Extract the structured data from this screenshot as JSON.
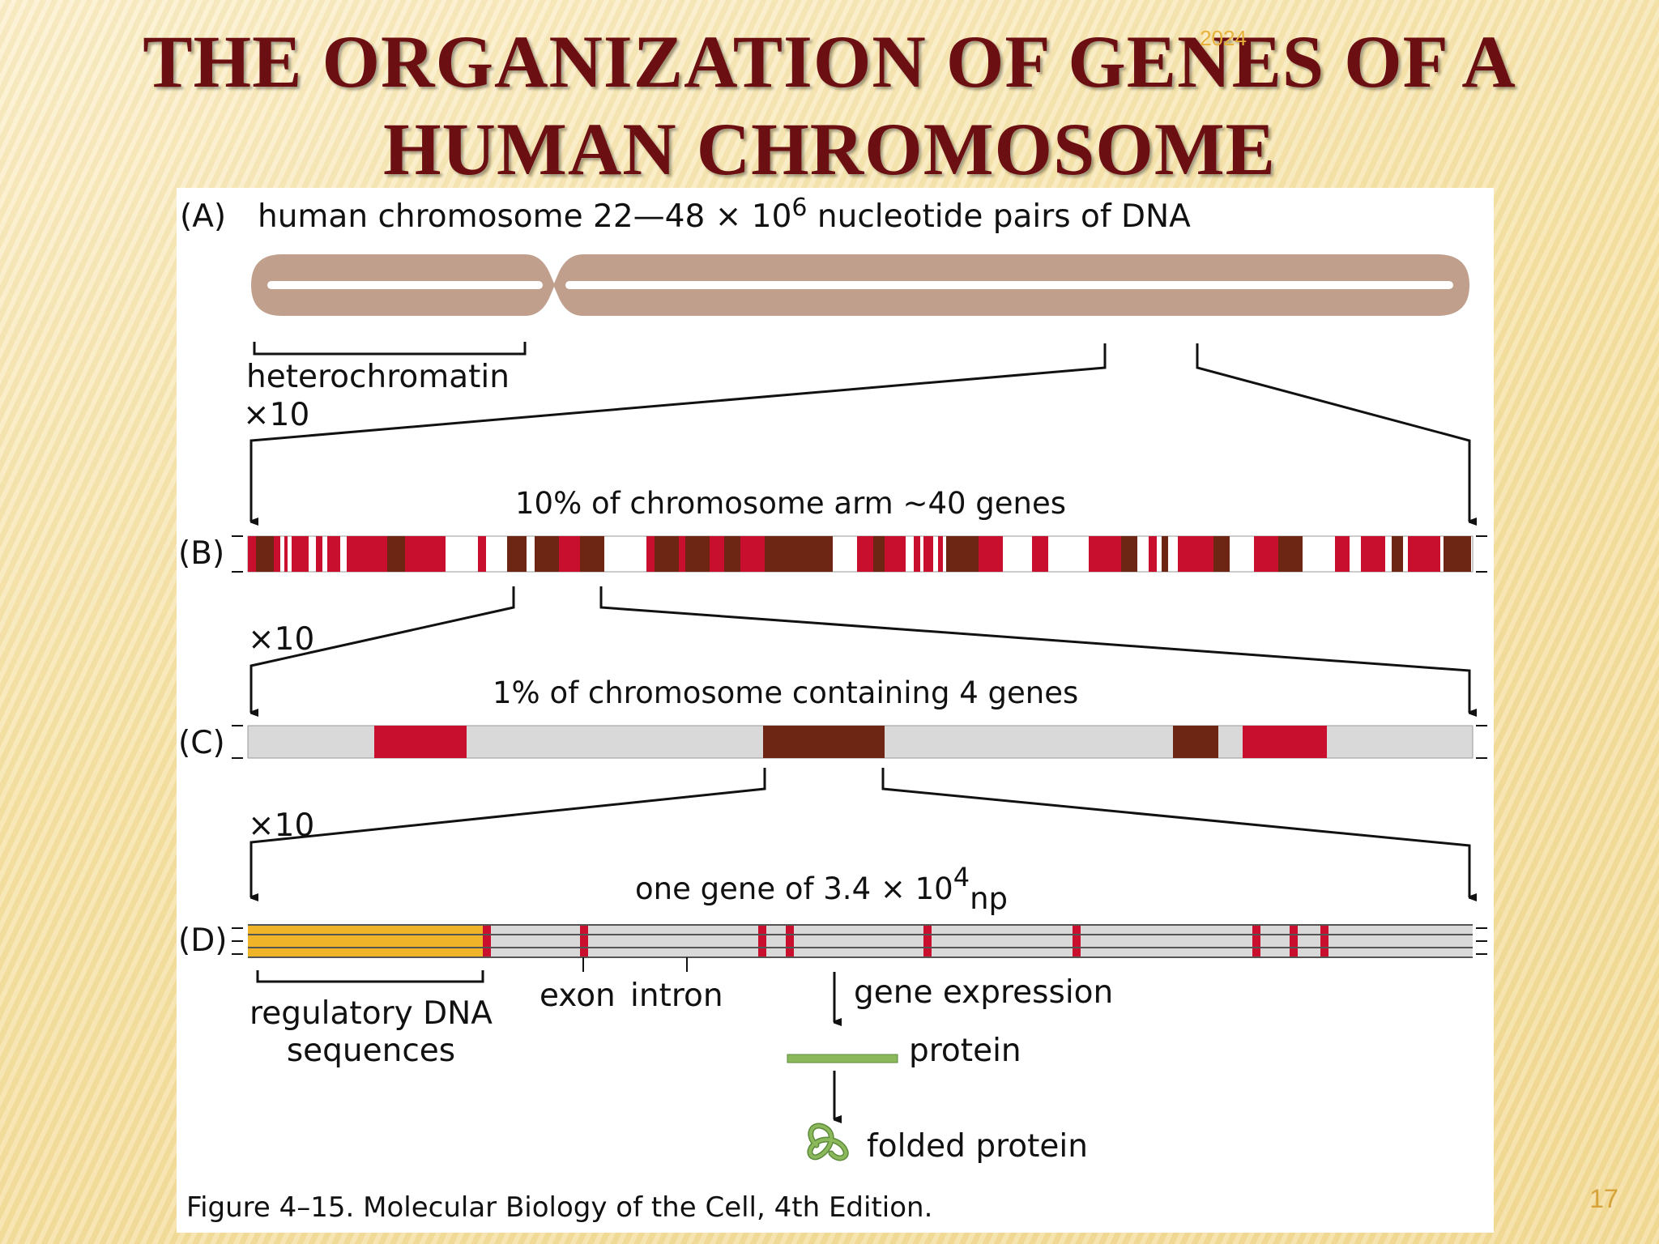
{
  "slide": {
    "title_line1": "THE ORGANIZATION OF GENES OF A",
    "title_line2": "HUMAN CHROMOSOME",
    "year": "2024",
    "page_number": "17"
  },
  "figure": {
    "panel_a": {
      "letter": "(A)",
      "label_main": "human chromosome 22—48 × 10",
      "label_exp": "6",
      "label_tail": " nucleotide pairs of DNA",
      "heterochromatin": "heterochromatin"
    },
    "zoom_label": "×10",
    "panel_b": {
      "letter": "(B)",
      "label": "10% of chromosome arm ~40 genes"
    },
    "panel_c": {
      "letter": "(C)",
      "label": "1% of chromosome containing 4 genes"
    },
    "panel_d": {
      "letter": "(D)",
      "label_main": "one gene of 3.4 × 10",
      "label_exp": "4",
      "label_unit": "np",
      "regulatory_line1": "regulatory DNA",
      "regulatory_line2": "sequences",
      "exon": "exon",
      "intron": "intron",
      "gene_expression": "gene expression",
      "protein": "protein",
      "folded_protein": "folded protein"
    },
    "caption": "Figure 4–15. Molecular Biology of the Cell, 4th Edition.",
    "colors": {
      "chromosome": "#c0a08c",
      "gene_red": "#c8102e",
      "gene_brown": "#6e2614",
      "spacer_gray": "#d9d9d9",
      "regulatory": "#f0b429",
      "protein": "#8ab85a"
    }
  }
}
